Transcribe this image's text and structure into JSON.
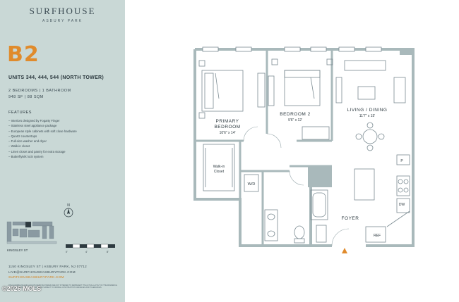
{
  "sidebar": {
    "brand": "SURFHOUSE",
    "brand_sub": "ASBURY PARK",
    "unit_code": "B2",
    "units": "UNITS 344, 444, 544 (NORTH TOWER)",
    "beds_baths": "2 BEDROOMS | 1 BATHROOM",
    "area": "948 SF | 88 SQM",
    "features_heading": "FEATURES",
    "features": [
      "Interiors designed by Fogarty Finger",
      "Stainless steel appliance package",
      "European style cabinets with soft close hardware",
      "Quartz countertops",
      "Full-size washer and dryer",
      "Walk-in closet",
      "Linen closet and pantry for extra storage",
      "ButterflyMX lock system"
    ],
    "compass_label": "N",
    "street_label": "KINGSLEY ST",
    "scale_labels": [
      "0'",
      "4'",
      "8'"
    ],
    "address": "1150 KINGSLEY ST | ASBURY PARK, NJ 07712",
    "email": "LIVE@SURFHOUSEASBURYPARK.COM",
    "website": "SURFHOUSEASBURYPARK.COM",
    "disclaimer": "THE FLOORPLANS AND LAYOUTS DEPICTED HEREIN ARE NOT INTENDED TO REPRESENT THE ACTUAL LAYOUT OF THE RESIDENCE. ALL DIMENSIONS ARE APPROXIMATE AND SUBJECT TO NORMAL CONSTRUCTION VARIANCES AND TOLERANCES.",
    "copyright": "©2026 MOLS"
  },
  "plan": {
    "primary_bedroom": [
      "PRIMARY",
      "BEDROOM"
    ],
    "primary_dims": "10'6\" x 14'",
    "bedroom2": "BEDROOM 2",
    "bedroom2_dims": "9'6\" x 12'",
    "living": "LIVING / DINING",
    "living_dims": "11'7\" x 15'",
    "walkin": [
      "Walk-in",
      "Closet"
    ],
    "wd": "W/D",
    "foyer": "FOYER",
    "ref": "REF",
    "dw": "DW",
    "pantry": "P"
  },
  "colors": {
    "sidebar_bg": "#c9d8d6",
    "accent": "#e08b2c",
    "wall": "#a9b9bb",
    "text": "#2d3a40"
  }
}
